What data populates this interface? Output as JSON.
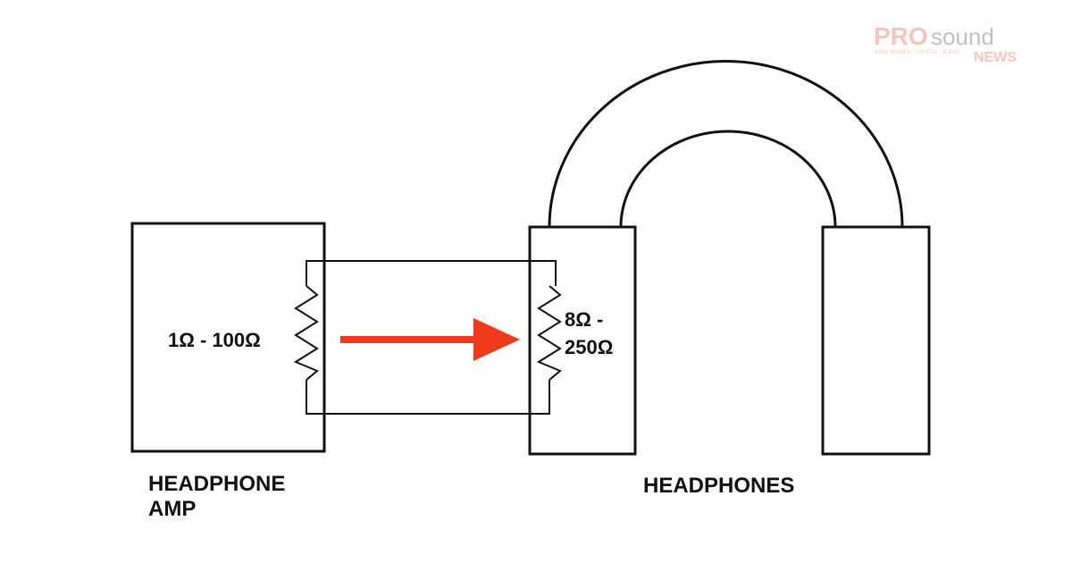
{
  "logo": {
    "brand_a": "PRO",
    "brand_b": "sound",
    "brand_c": "NEWS",
    "tagline": "KINH NGHIỆM - TIN TỨC - AUDIO"
  },
  "amp": {
    "impedance": "1Ω - 100Ω",
    "label_line1": "HEADPHONE",
    "label_line2": "AMP"
  },
  "headphones": {
    "impedance_line1": "8Ω -",
    "impedance_line2": "250Ω",
    "label": "HEADPHONES"
  },
  "colors": {
    "arrow": "#f03a1e",
    "line": "#111111",
    "logo": "#f4b0a0"
  }
}
